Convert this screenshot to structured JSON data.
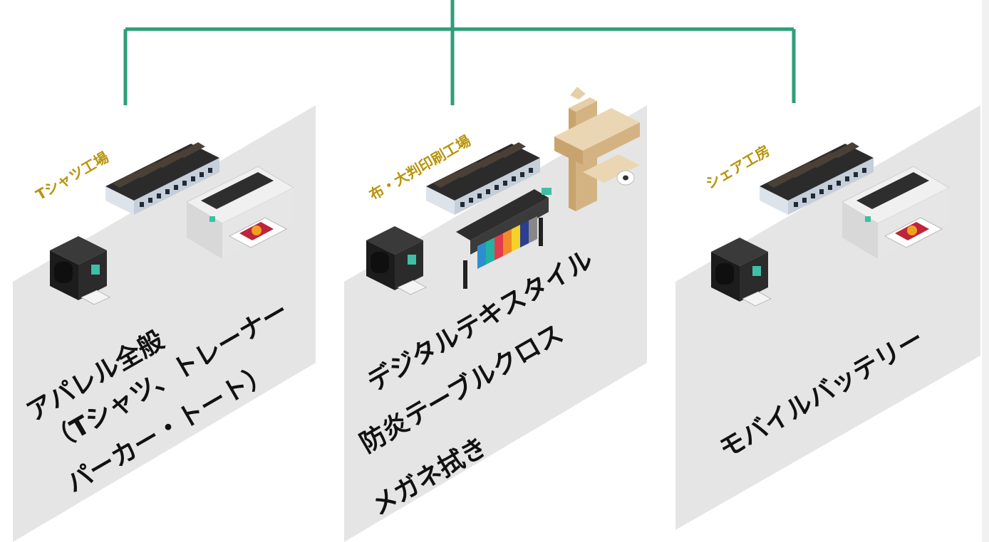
{
  "colors": {
    "connector": "#2e9e7a",
    "panel": "#e5e5e5",
    "factory_label": "#b8930a",
    "product_text": "#111111"
  },
  "branches": [
    {
      "factory_label": "Tシャツ工場",
      "icons": [
        "factory-icon",
        "garment-printer-icon",
        "label-printer-icon"
      ],
      "products": [
        "アパレル全般",
        "（Tシャツ、トレーナー",
        "パーカー・トート）"
      ]
    },
    {
      "factory_label": "布・大判印刷工場",
      "icons": [
        "factory-icon",
        "large-format-printer-icon",
        "label-printer-icon",
        "shipping-boxes-icon"
      ],
      "products": [
        "デジタルテキスタイル",
        "防炎テーブルクロス",
        "メガネ拭き"
      ]
    },
    {
      "factory_label": "シェア工房",
      "icons": [
        "factory-icon",
        "garment-printer-icon",
        "label-printer-icon"
      ],
      "products": [
        "モバイルバッテリー"
      ]
    }
  ]
}
